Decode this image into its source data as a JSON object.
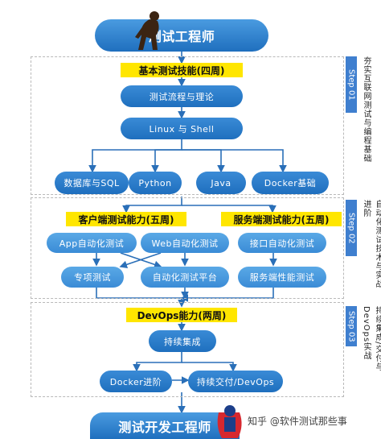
{
  "top_title": "测试工程师",
  "bottom_title": "测试开发工程师",
  "step1": {
    "badge": "Step 01",
    "side": "夯实互联网测试与编程基础",
    "header": "基本测试技能(四周)",
    "n1": "测试流程与理论",
    "n2": "Linux 与 Shell",
    "skills": [
      "数据库与SQL",
      "Python",
      "Java",
      "Docker基础"
    ]
  },
  "step2": {
    "badge": "Step 02",
    "side": "自动化测试技术与实战进阶",
    "client_header": "客户端测试能力(五周)",
    "server_header": "服务端测试能力(五周)",
    "app": "App自动化测试",
    "web": "Web自动化测试",
    "special": "专项测试",
    "platform": "自动化测试平台",
    "api": "接口自动化测试",
    "perf": "服务端性能测试"
  },
  "step3": {
    "badge": "Step 03",
    "side": "持续集成/交付与DevOps实战",
    "header": "DevOps能力(两周)",
    "ci": "持续集成",
    "docker": "Docker进阶",
    "cd": "持续交付/DevOps"
  },
  "watermark": "知乎 @软件测试那些事",
  "colors": {
    "accent": "#1f6fbe",
    "highlight": "#ffe600",
    "step_badge": "#3f7fcf"
  },
  "icons": [
    "monkey-icon",
    "superhero-icon"
  ]
}
